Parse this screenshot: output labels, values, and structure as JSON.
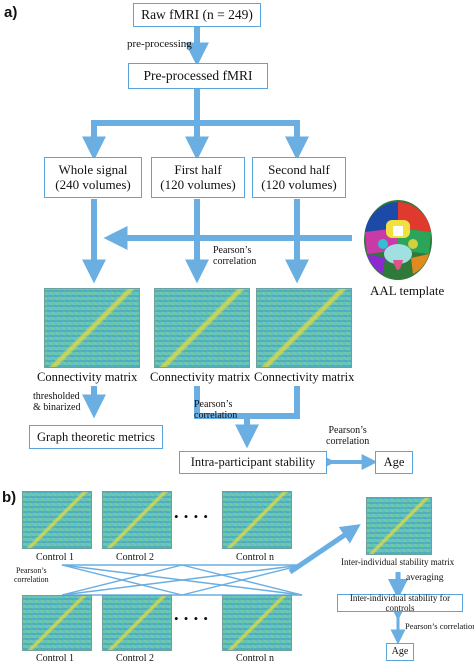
{
  "panel_a": {
    "label": "a)",
    "raw_fmri": "Raw fMRI (n = 249)",
    "preprocessing": "pre-processing",
    "preprocessed": "Pre-processed fMRI",
    "whole_signal": [
      "Whole signal",
      "(240 volumes)"
    ],
    "first_half": [
      "First half",
      "(120 volumes)"
    ],
    "second_half": [
      "Second half",
      "(120 volumes)"
    ],
    "pearsons": [
      "Pearson’s",
      "correlation"
    ],
    "aal_template": "AAL template",
    "connectivity": "Connectivity matrix",
    "thresholded": [
      "thresholded",
      "& binarized"
    ],
    "graph_metrics": "Graph theoretic metrics",
    "pearsons2": [
      "Pearson’s",
      "correlation"
    ],
    "pearsons3": [
      "Pearson’s",
      "correlation"
    ],
    "intra_stability": "Intra-participant stability",
    "age": "Age"
  },
  "panel_b": {
    "label": "b)",
    "control1": "Control 1",
    "control2": "Control 2",
    "controln": "Control n",
    "dots": "• • • •",
    "pearsons": [
      "Pearson’s",
      "correlation"
    ],
    "inter_matrix": "Inter-individual stability matrix",
    "averaging": "averaging",
    "inter_controls": "Inter-individual stability for controls",
    "pearsons_corr": "Pearson’s correlation",
    "age": "Age"
  },
  "colors": {
    "arrow": "#6aaee2",
    "box_border": "#5aa4dc"
  }
}
